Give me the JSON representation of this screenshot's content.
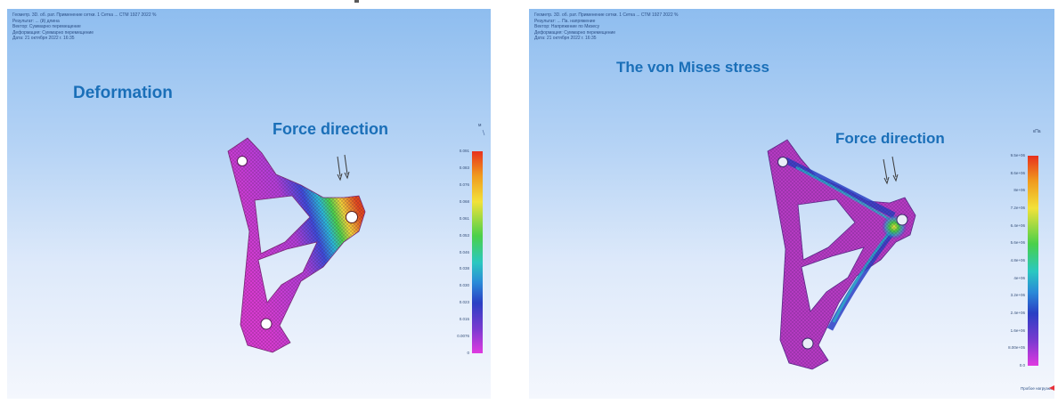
{
  "panels": {
    "left": {
      "info_lines": [
        "Геометр. 3D. об. рат. Применение сетки. 1 Сетка ... СТМ 1927 2022 %",
        "Результат: ... (й) длина",
        "Вектор: Суммарно перемещение",
        "Деформация: Суммарно перемещение",
        "Дата: 21 октября 2022 г. 16:35"
      ],
      "title": "Deformation",
      "force_label": "Force direction",
      "legend": {
        "unit": "м",
        "labels": [
          "0.091",
          "0.083",
          "0.076",
          "0.068",
          "0.061",
          "0.053",
          "0.046",
          "0.038",
          "0.030",
          "0.023",
          "0.015",
          "0.0076",
          "0"
        ]
      }
    },
    "right": {
      "info_lines": [
        "Геометр. 3D. об. рат. Применение сетки. 1 Сетка ... СТМ 1927 2022 %",
        "Результат: ... Па. напряжение",
        "Вектор: Напряжение по Мизесу",
        "Деформация: Суммарно перемещение",
        "Дата: 21 октября 2022 г. 16:35"
      ],
      "title": "The von Mises stress",
      "force_label": "Force direction",
      "legend": {
        "unit": "кПа",
        "labels": [
          "9.5e+06",
          "8.6e+06",
          "8e+06",
          "7.2e+06",
          "6.4e+06",
          "5.6e+06",
          "4.8e+06",
          "4e+06",
          "3.2e+06",
          "2.4e+06",
          "1.6e+06",
          "8.00e+05",
          "0.0"
        ]
      },
      "bottom_label": "Пробое нагрузки:",
      "bottom_marker_color": "#e8313a"
    }
  },
  "colors": {
    "caption": "#1a6fb8",
    "deformation_min": "#d63bd0",
    "deformation_max": "#e1461e",
    "stress_min": "#bd38c0",
    "stress_mid": "#2a3fc4",
    "stress_hot": "#47c83f"
  },
  "icons": {
    "force_arrows": "down-arrow-pair-icon"
  }
}
